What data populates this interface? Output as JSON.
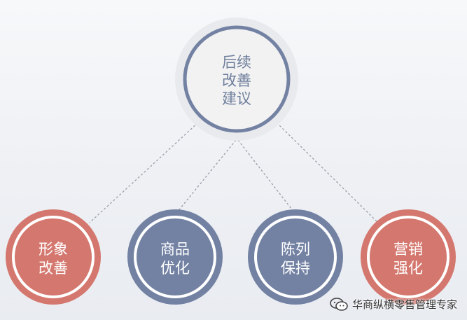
{
  "diagram": {
    "root": {
      "lines": [
        "后续",
        "改善",
        "建议"
      ],
      "ring_color": "#7382a3",
      "fill_color": "#f2f2f3"
    },
    "children": [
      {
        "id": "image",
        "lines": [
          "形象",
          "改善"
        ],
        "color": "#d4776e"
      },
      {
        "id": "product",
        "lines": [
          "商品",
          "优化"
        ],
        "color": "#7382a3"
      },
      {
        "id": "display",
        "lines": [
          "陈列",
          "保持"
        ],
        "color": "#7382a3"
      },
      {
        "id": "marketing",
        "lines": [
          "营销",
          "强化"
        ],
        "color": "#d4776e"
      }
    ],
    "connector_color": "#9a9ea8"
  },
  "watermark": {
    "text": "华商纵横零售管理专家",
    "icon": "wechat-icon"
  }
}
